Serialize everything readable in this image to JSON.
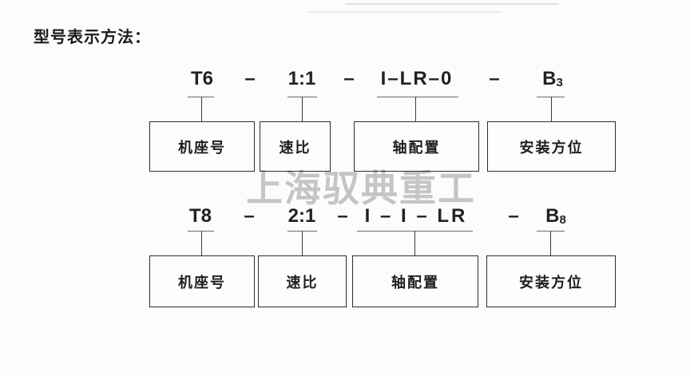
{
  "title": "型号表示方法：",
  "watermark": "上海驭典重工",
  "colors": {
    "background": "#fcfcfa",
    "ink": "#222222",
    "box_border": "#2c2c2c",
    "connector": "#3a3a3a",
    "watermark_gray": "#a6a6a6"
  },
  "diagram1": {
    "code": {
      "frame_size": "T6",
      "separator1": "–",
      "ratio": "1:1",
      "separator2": "–",
      "shaft_config": "I–LR–0",
      "separator3": "–",
      "mount_base": "B",
      "mount_sub": "3"
    },
    "boxes": [
      {
        "label": "机座号"
      },
      {
        "label": "速比"
      },
      {
        "label": "轴配置"
      },
      {
        "label": "安装方位"
      }
    ]
  },
  "diagram2": {
    "code": {
      "frame_size": "T8",
      "separator1": "–",
      "ratio": "2:1",
      "separator2": "–",
      "shaft_config": "I – I – LR",
      "separator3": "–",
      "mount_base": "B",
      "mount_sub": "8"
    },
    "boxes": [
      {
        "label": "机座号"
      },
      {
        "label": "速比"
      },
      {
        "label": "轴配置"
      },
      {
        "label": "安装方位"
      }
    ]
  }
}
